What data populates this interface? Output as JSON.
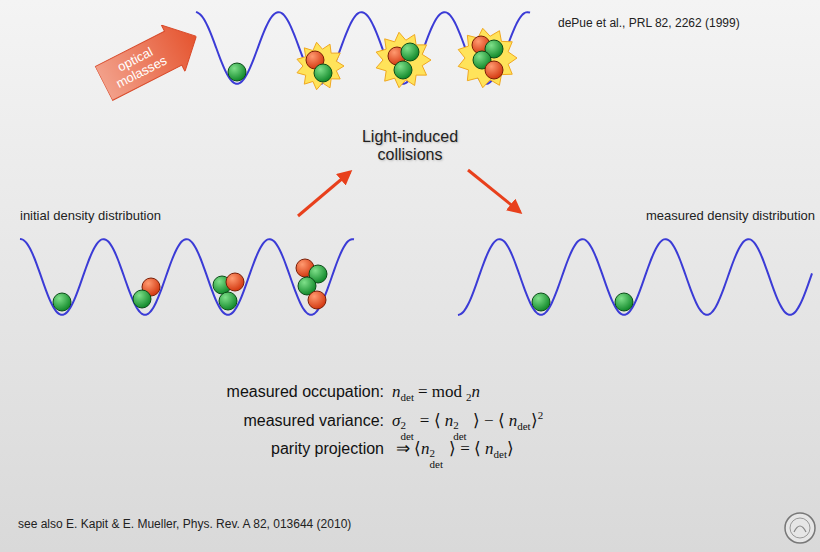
{
  "diagram": {
    "nodes": [
      {
        "text": [
          "optical molasses"
        ]
      }
    ],
    "labels": [
      "dePue et al., PRL 82, 2262 (1999)",
      "Light-induced collisions",
      "initial density distribution",
      "measured density distribution",
      "measured occupation:",
      "n",
      "det",
      "= mod",
      "2",
      "n",
      "measured variance:",
      "σ",
      "2",
      "det",
      "= ⟨",
      "n",
      "2",
      "det",
      "⟩ − ⟨",
      "n",
      "det",
      "⟩",
      "2",
      "parity projection",
      "⇒",
      "⟨",
      "n",
      "2",
      "det",
      "⟩ = ⟨",
      "n",
      "det",
      "⟩",
      "see also E. Kapit & E. Mueller, Phys. Rev. A 82, 013644 (2010)"
    ]
  }
}
